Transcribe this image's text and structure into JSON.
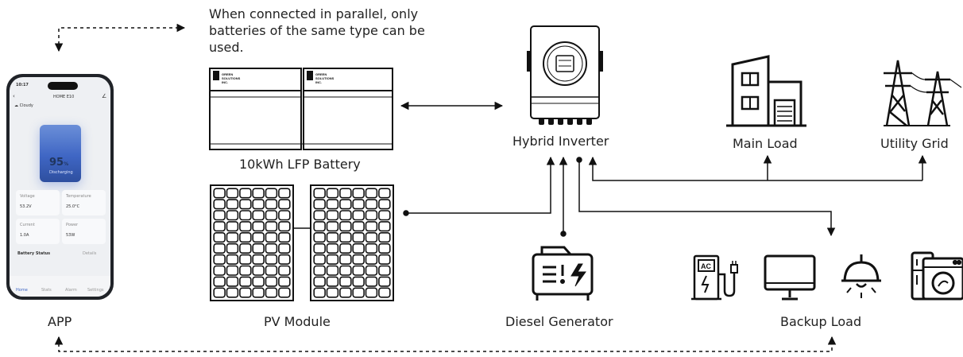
{
  "note_text": "When connected in parallel, only batteries of the same type can be used.",
  "labels": {
    "app": "APP",
    "battery": "10kWh LFP Battery",
    "pv": "PV Module",
    "inverter": "Hybrid Inverter",
    "generator": "Diesel Generator",
    "main_load": "Main Load",
    "utility_grid": "Utility Grid",
    "backup_load": "Backup Load"
  },
  "battery_brand": [
    "GREEN",
    "SOLUTIONS",
    "INC."
  ],
  "ev_charger_badge": "AC",
  "phone": {
    "time": "10:17",
    "title": "HOME E10",
    "weather": "Cloudy",
    "soc": "95",
    "soc_unit": "%",
    "soc_status": "Discharging",
    "metrics": [
      {
        "name": "Voltage",
        "value": "53.2V"
      },
      {
        "name": "Temperature",
        "value": "25.0°C"
      },
      {
        "name": "Current",
        "value": "1.0A"
      },
      {
        "name": "Power",
        "value": "53W"
      }
    ],
    "battery_status": "Battery Status",
    "details": "Details",
    "tabs": [
      "Home",
      "Stats",
      "Alarm",
      "Settings"
    ]
  },
  "colors": {
    "line": "#111111",
    "icon": "#1a1a1a",
    "accent": "#3f66c4"
  }
}
